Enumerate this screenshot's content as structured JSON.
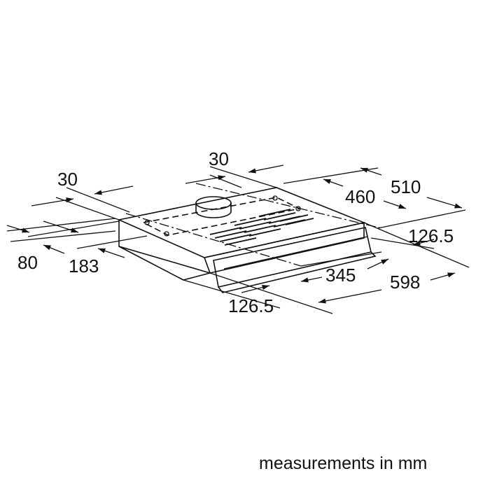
{
  "diagram": {
    "dimensions": {
      "d30_left": "30",
      "d30_top": "30",
      "d510": "510",
      "d460": "460",
      "d126_5_right": "126.5",
      "d80": "80",
      "d183": "183",
      "d345": "345",
      "d598": "598",
      "d126_5_bottom": "126.5"
    },
    "caption": "measurements in mm",
    "colors": {
      "line": "#111111",
      "background": "#ffffff"
    }
  }
}
